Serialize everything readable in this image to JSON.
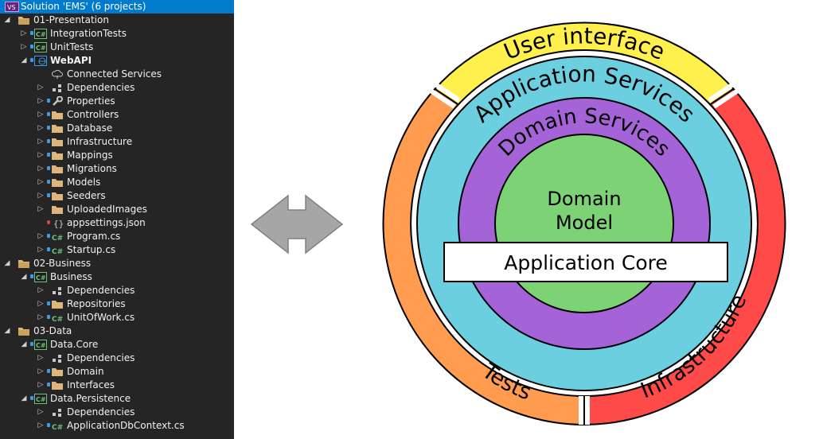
{
  "explorer": {
    "solution": "Solution 'EMS' (6 projects)",
    "items": [
      {
        "label": "01-Presentation",
        "icon": "solution-folder-icon",
        "indent": 0,
        "exp": "open"
      },
      {
        "label": "IntegrationTests",
        "icon": "csharp-project-icon",
        "indent": 1,
        "exp": "closed",
        "lock": true
      },
      {
        "label": "UnitTests",
        "icon": "csharp-project-icon",
        "indent": 1,
        "exp": "closed",
        "lock": true
      },
      {
        "label": "WebAPI",
        "icon": "web-project-icon",
        "indent": 1,
        "exp": "open",
        "lock": true,
        "bold": true
      },
      {
        "label": "Connected Services",
        "icon": "connected-services-icon",
        "indent": 2,
        "exp": "none"
      },
      {
        "label": "Dependencies",
        "icon": "dependencies-icon",
        "indent": 2,
        "exp": "closed"
      },
      {
        "label": "Properties",
        "icon": "wrench-icon",
        "indent": 2,
        "exp": "closed",
        "lock": true
      },
      {
        "label": "Controllers",
        "icon": "folder-icon",
        "indent": 2,
        "exp": "closed",
        "lock": true
      },
      {
        "label": "Database",
        "icon": "folder-icon",
        "indent": 2,
        "exp": "closed",
        "lock": true
      },
      {
        "label": "Infrastructure",
        "icon": "folder-icon",
        "indent": 2,
        "exp": "closed",
        "lock": true
      },
      {
        "label": "Mappings",
        "icon": "folder-icon",
        "indent": 2,
        "exp": "closed",
        "lock": true
      },
      {
        "label": "Migrations",
        "icon": "folder-icon",
        "indent": 2,
        "exp": "closed",
        "lock": true
      },
      {
        "label": "Models",
        "icon": "folder-icon",
        "indent": 2,
        "exp": "closed",
        "lock": true
      },
      {
        "label": "Seeders",
        "icon": "folder-icon",
        "indent": 2,
        "exp": "closed",
        "lock": true
      },
      {
        "label": "UploadedImages",
        "icon": "folder-icon",
        "indent": 2,
        "exp": "closed"
      },
      {
        "label": "appsettings.json",
        "icon": "json-file-icon",
        "indent": 2,
        "exp": "none",
        "red": true
      },
      {
        "label": "Program.cs",
        "icon": "csharp-file-icon",
        "indent": 2,
        "exp": "closed",
        "lock": true
      },
      {
        "label": "Startup.cs",
        "icon": "csharp-file-icon",
        "indent": 2,
        "exp": "closed",
        "lock": true
      },
      {
        "label": "02-Business",
        "icon": "solution-folder-icon",
        "indent": 0,
        "exp": "open"
      },
      {
        "label": "Business",
        "icon": "csharp-project-icon",
        "indent": 1,
        "exp": "open",
        "lock": true
      },
      {
        "label": "Dependencies",
        "icon": "dependencies-icon",
        "indent": 2,
        "exp": "closed"
      },
      {
        "label": "Repositories",
        "icon": "folder-icon",
        "indent": 2,
        "exp": "closed",
        "lock": true
      },
      {
        "label": "UnitOfWork.cs",
        "icon": "csharp-file-icon",
        "indent": 2,
        "exp": "closed",
        "lock": true
      },
      {
        "label": "03-Data",
        "icon": "solution-folder-icon",
        "indent": 0,
        "exp": "open"
      },
      {
        "label": "Data.Core",
        "icon": "csharp-project-icon",
        "indent": 1,
        "exp": "open",
        "lock": true
      },
      {
        "label": "Dependencies",
        "icon": "dependencies-icon",
        "indent": 2,
        "exp": "closed"
      },
      {
        "label": "Domain",
        "icon": "folder-icon",
        "indent": 2,
        "exp": "closed",
        "lock": true
      },
      {
        "label": "Interfaces",
        "icon": "folder-icon",
        "indent": 2,
        "exp": "closed",
        "lock": true
      },
      {
        "label": "Data.Persistence",
        "icon": "csharp-project-icon",
        "indent": 1,
        "exp": "open",
        "lock": true
      },
      {
        "label": "Dependencies",
        "icon": "dependencies-icon",
        "indent": 2,
        "exp": "closed"
      },
      {
        "label": "ApplicationDbContext.cs",
        "icon": "csharp-file-icon",
        "indent": 2,
        "exp": "closed",
        "lock": true
      }
    ]
  },
  "diagram": {
    "user_interface": "User interface",
    "application_services": "Application Services",
    "domain_services": "Domain Services",
    "domain_model_line1": "Domain",
    "domain_model_line2": "Model",
    "application_core": "Application Core",
    "tests": "Tests",
    "infrastructure": "Infrastructure"
  },
  "colors": {
    "user_interface": "#fff04d",
    "tests": "#ff9c4f",
    "infrastructure": "#ff4a4a",
    "application_services": "#6ccfe0",
    "domain_services": "#a463d6",
    "domain_model": "#7dd276",
    "arrow": "#a6a6a6",
    "selection": "#007acc",
    "explorer_bg": "#252526"
  }
}
